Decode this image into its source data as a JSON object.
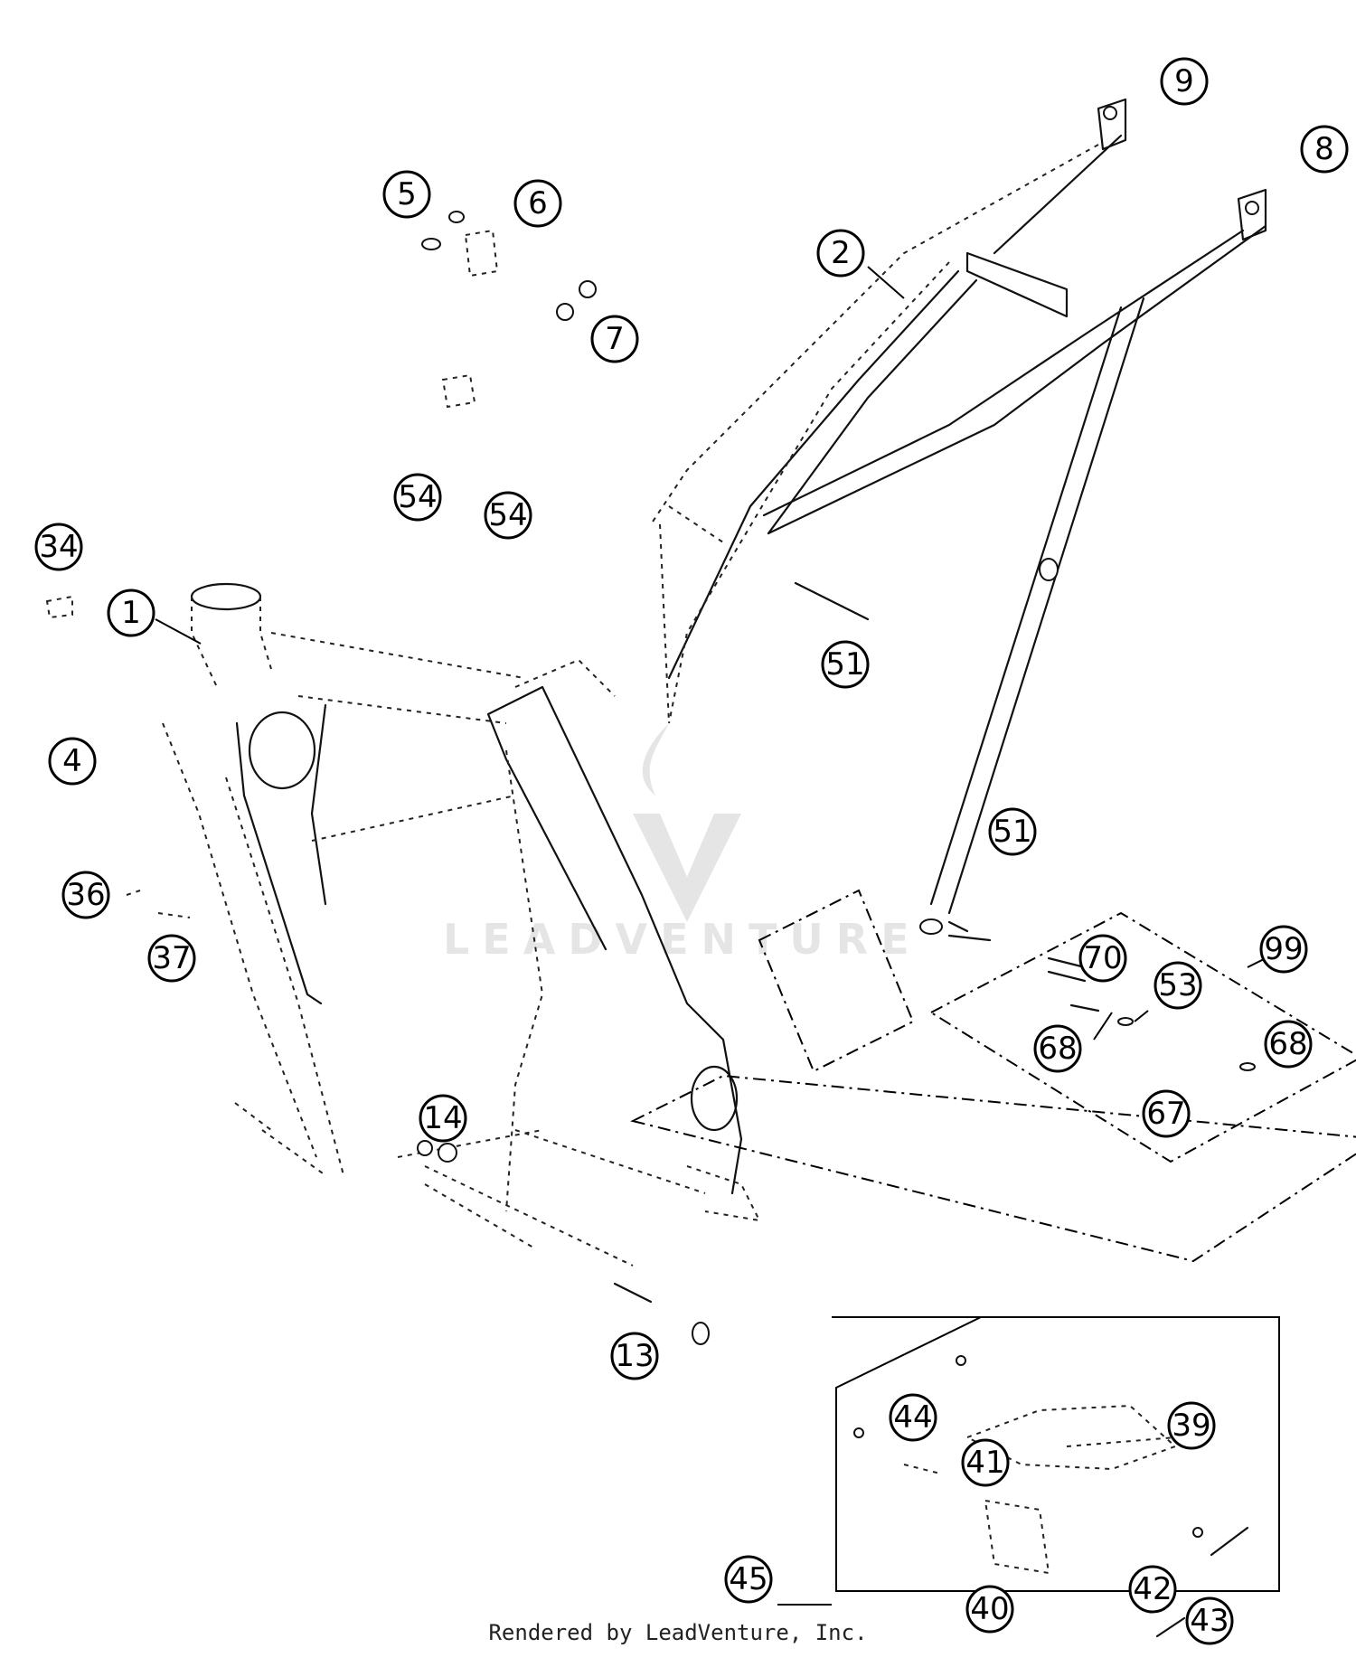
{
  "footer_text": "Rendered by LeadVenture, Inc.",
  "watermark_text": "LEADVENTURE",
  "callouts": [
    {
      "id": "c9",
      "label": "9"
    },
    {
      "id": "c8",
      "label": "8"
    },
    {
      "id": "c5",
      "label": "5"
    },
    {
      "id": "c6",
      "label": "6"
    },
    {
      "id": "c2",
      "label": "2"
    },
    {
      "id": "c7",
      "label": "7"
    },
    {
      "id": "c54a",
      "label": "54"
    },
    {
      "id": "c54b",
      "label": "54"
    },
    {
      "id": "c34",
      "label": "34"
    },
    {
      "id": "c1",
      "label": "1"
    },
    {
      "id": "c51a",
      "label": "51"
    },
    {
      "id": "c4",
      "label": "4"
    },
    {
      "id": "c51b",
      "label": "51"
    },
    {
      "id": "c36",
      "label": "36"
    },
    {
      "id": "c37",
      "label": "37"
    },
    {
      "id": "c99",
      "label": "99"
    },
    {
      "id": "c70",
      "label": "70"
    },
    {
      "id": "c53",
      "label": "53"
    },
    {
      "id": "c68a",
      "label": "68"
    },
    {
      "id": "c68b",
      "label": "68"
    },
    {
      "id": "c67",
      "label": "67"
    },
    {
      "id": "c14",
      "label": "14"
    },
    {
      "id": "c13",
      "label": "13"
    },
    {
      "id": "c44",
      "label": "44"
    },
    {
      "id": "c39",
      "label": "39"
    },
    {
      "id": "c41",
      "label": "41"
    },
    {
      "id": "c45",
      "label": "45"
    },
    {
      "id": "c42",
      "label": "42"
    },
    {
      "id": "c40",
      "label": "40"
    },
    {
      "id": "c43",
      "label": "43"
    }
  ]
}
